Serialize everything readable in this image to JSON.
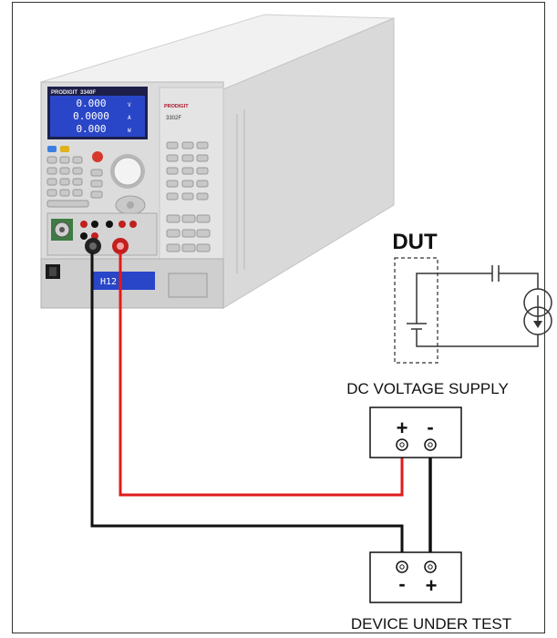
{
  "labels": {
    "dut": "DUT",
    "dc_supply": "DC VOLTAGE SUPPLY",
    "device_under_test": "DEVICE UNDER TEST",
    "supply_plus": "+",
    "supply_minus": "-",
    "dut_minus": "-",
    "dut_plus": "+"
  },
  "instrument": {
    "brand": "PRODIGIT",
    "model_main": "3340F",
    "model_module": "3302F",
    "display_readings": [
      {
        "value": "0.000",
        "unit": "V"
      },
      {
        "value": "0.0000",
        "unit": "A"
      },
      {
        "value": "0.000",
        "unit": "W"
      }
    ],
    "bottom_display": "H12"
  },
  "colors": {
    "positive_wire": "#e01b1b",
    "negative_wire": "#111111",
    "instrument_body": "#e6e6e6",
    "display_bg": "#2a46c8"
  }
}
